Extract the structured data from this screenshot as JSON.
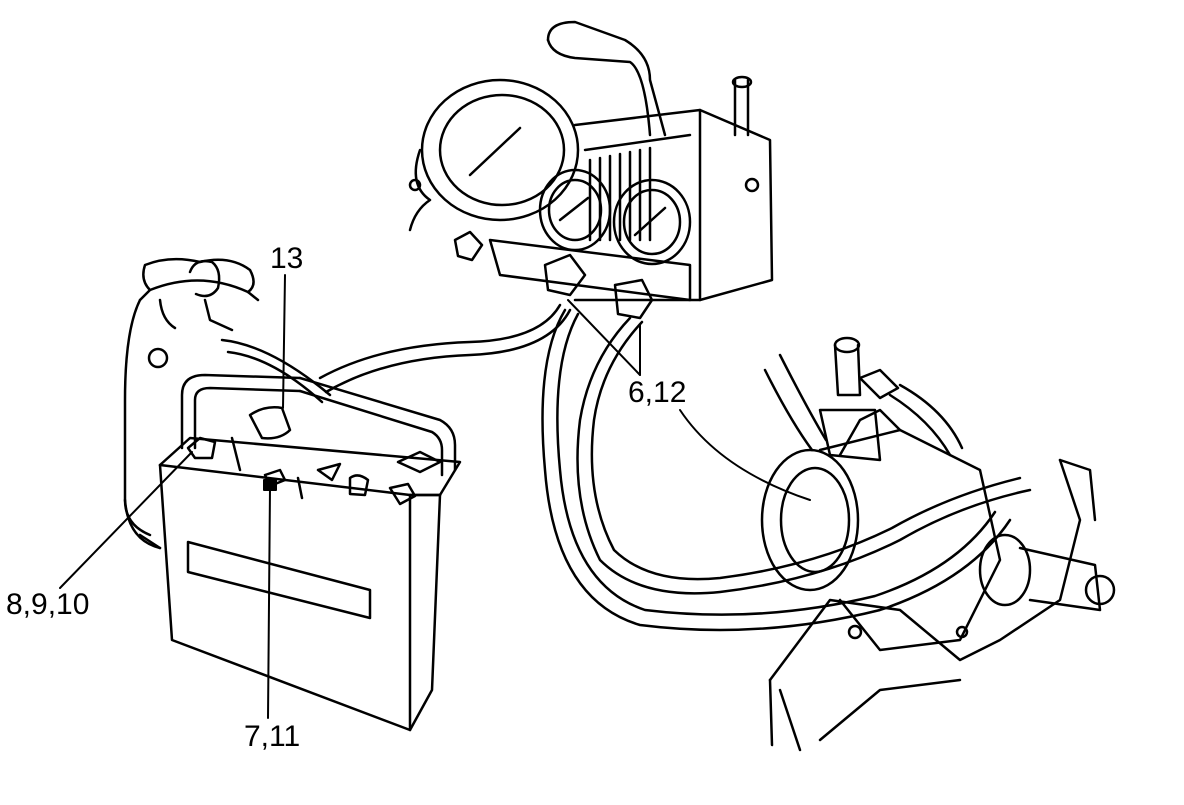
{
  "callouts": {
    "c13": "13",
    "c612": "6,12",
    "c8910": "8,9,10",
    "c711": "7,11"
  },
  "colors": {
    "ink": "#000000",
    "background": "#ffffff"
  }
}
